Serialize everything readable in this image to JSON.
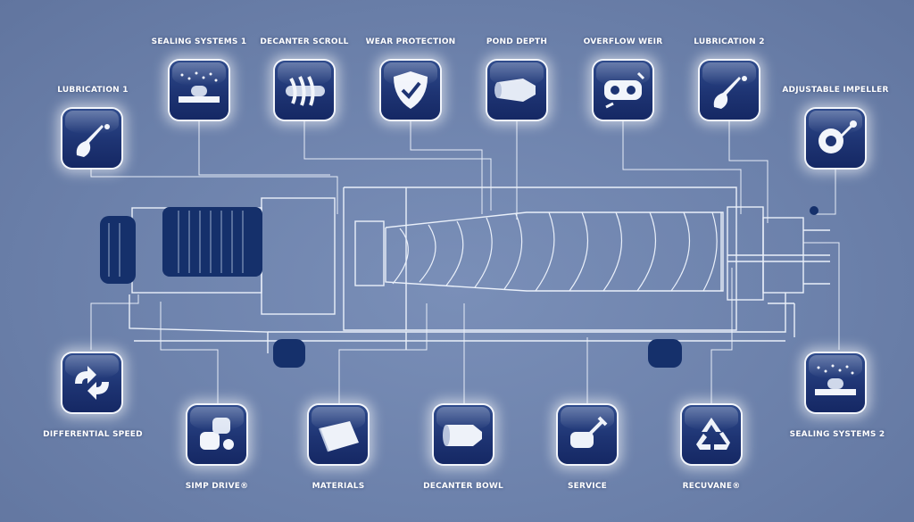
{
  "nodes": [
    {
      "id": "lubrication-1",
      "label": "LUBRICATION 1",
      "icon": "oil-can-icon"
    },
    {
      "id": "sealing-systems-1",
      "label": "SEALING SYSTEMS 1",
      "icon": "seal-icon"
    },
    {
      "id": "decanter-scroll",
      "label": "DECANTER SCROLL",
      "icon": "scroll-icon"
    },
    {
      "id": "wear-protection",
      "label": "WEAR PROTECTION",
      "icon": "shield-check-icon"
    },
    {
      "id": "pond-depth",
      "label": "POND DEPTH",
      "icon": "cone-icon"
    },
    {
      "id": "overflow-weir",
      "label": "OVERFLOW WEIR",
      "icon": "weir-plate-icon"
    },
    {
      "id": "lubrication-2",
      "label": "LUBRICATION 2",
      "icon": "oil-can-icon"
    },
    {
      "id": "adjustable-impeller",
      "label": "ADJUSTABLE IMPELLER",
      "icon": "impeller-icon"
    },
    {
      "id": "differential-speed",
      "label": "DIFFERENTIAL SPEED",
      "icon": "rotation-arrows-icon"
    },
    {
      "id": "simp-drive",
      "label": "SIMP DRIVE®",
      "icon": "gear-drive-icon"
    },
    {
      "id": "materials",
      "label": "MATERIALS",
      "icon": "material-sheet-icon"
    },
    {
      "id": "decanter-bowl",
      "label": "DECANTER BOWL",
      "icon": "bowl-icon"
    },
    {
      "id": "service",
      "label": "SERVICE",
      "icon": "wrench-hand-icon"
    },
    {
      "id": "recuvane",
      "label": "RECUVANE®",
      "icon": "recycle-icon"
    },
    {
      "id": "sealing-systems-2",
      "label": "SEALING SYSTEMS 2",
      "icon": "seal-icon"
    }
  ],
  "colors": {
    "background": "#6f84ad",
    "icon_fill": "#1e3473",
    "line": "#e8eef8",
    "machine_dark": "#15306b"
  }
}
